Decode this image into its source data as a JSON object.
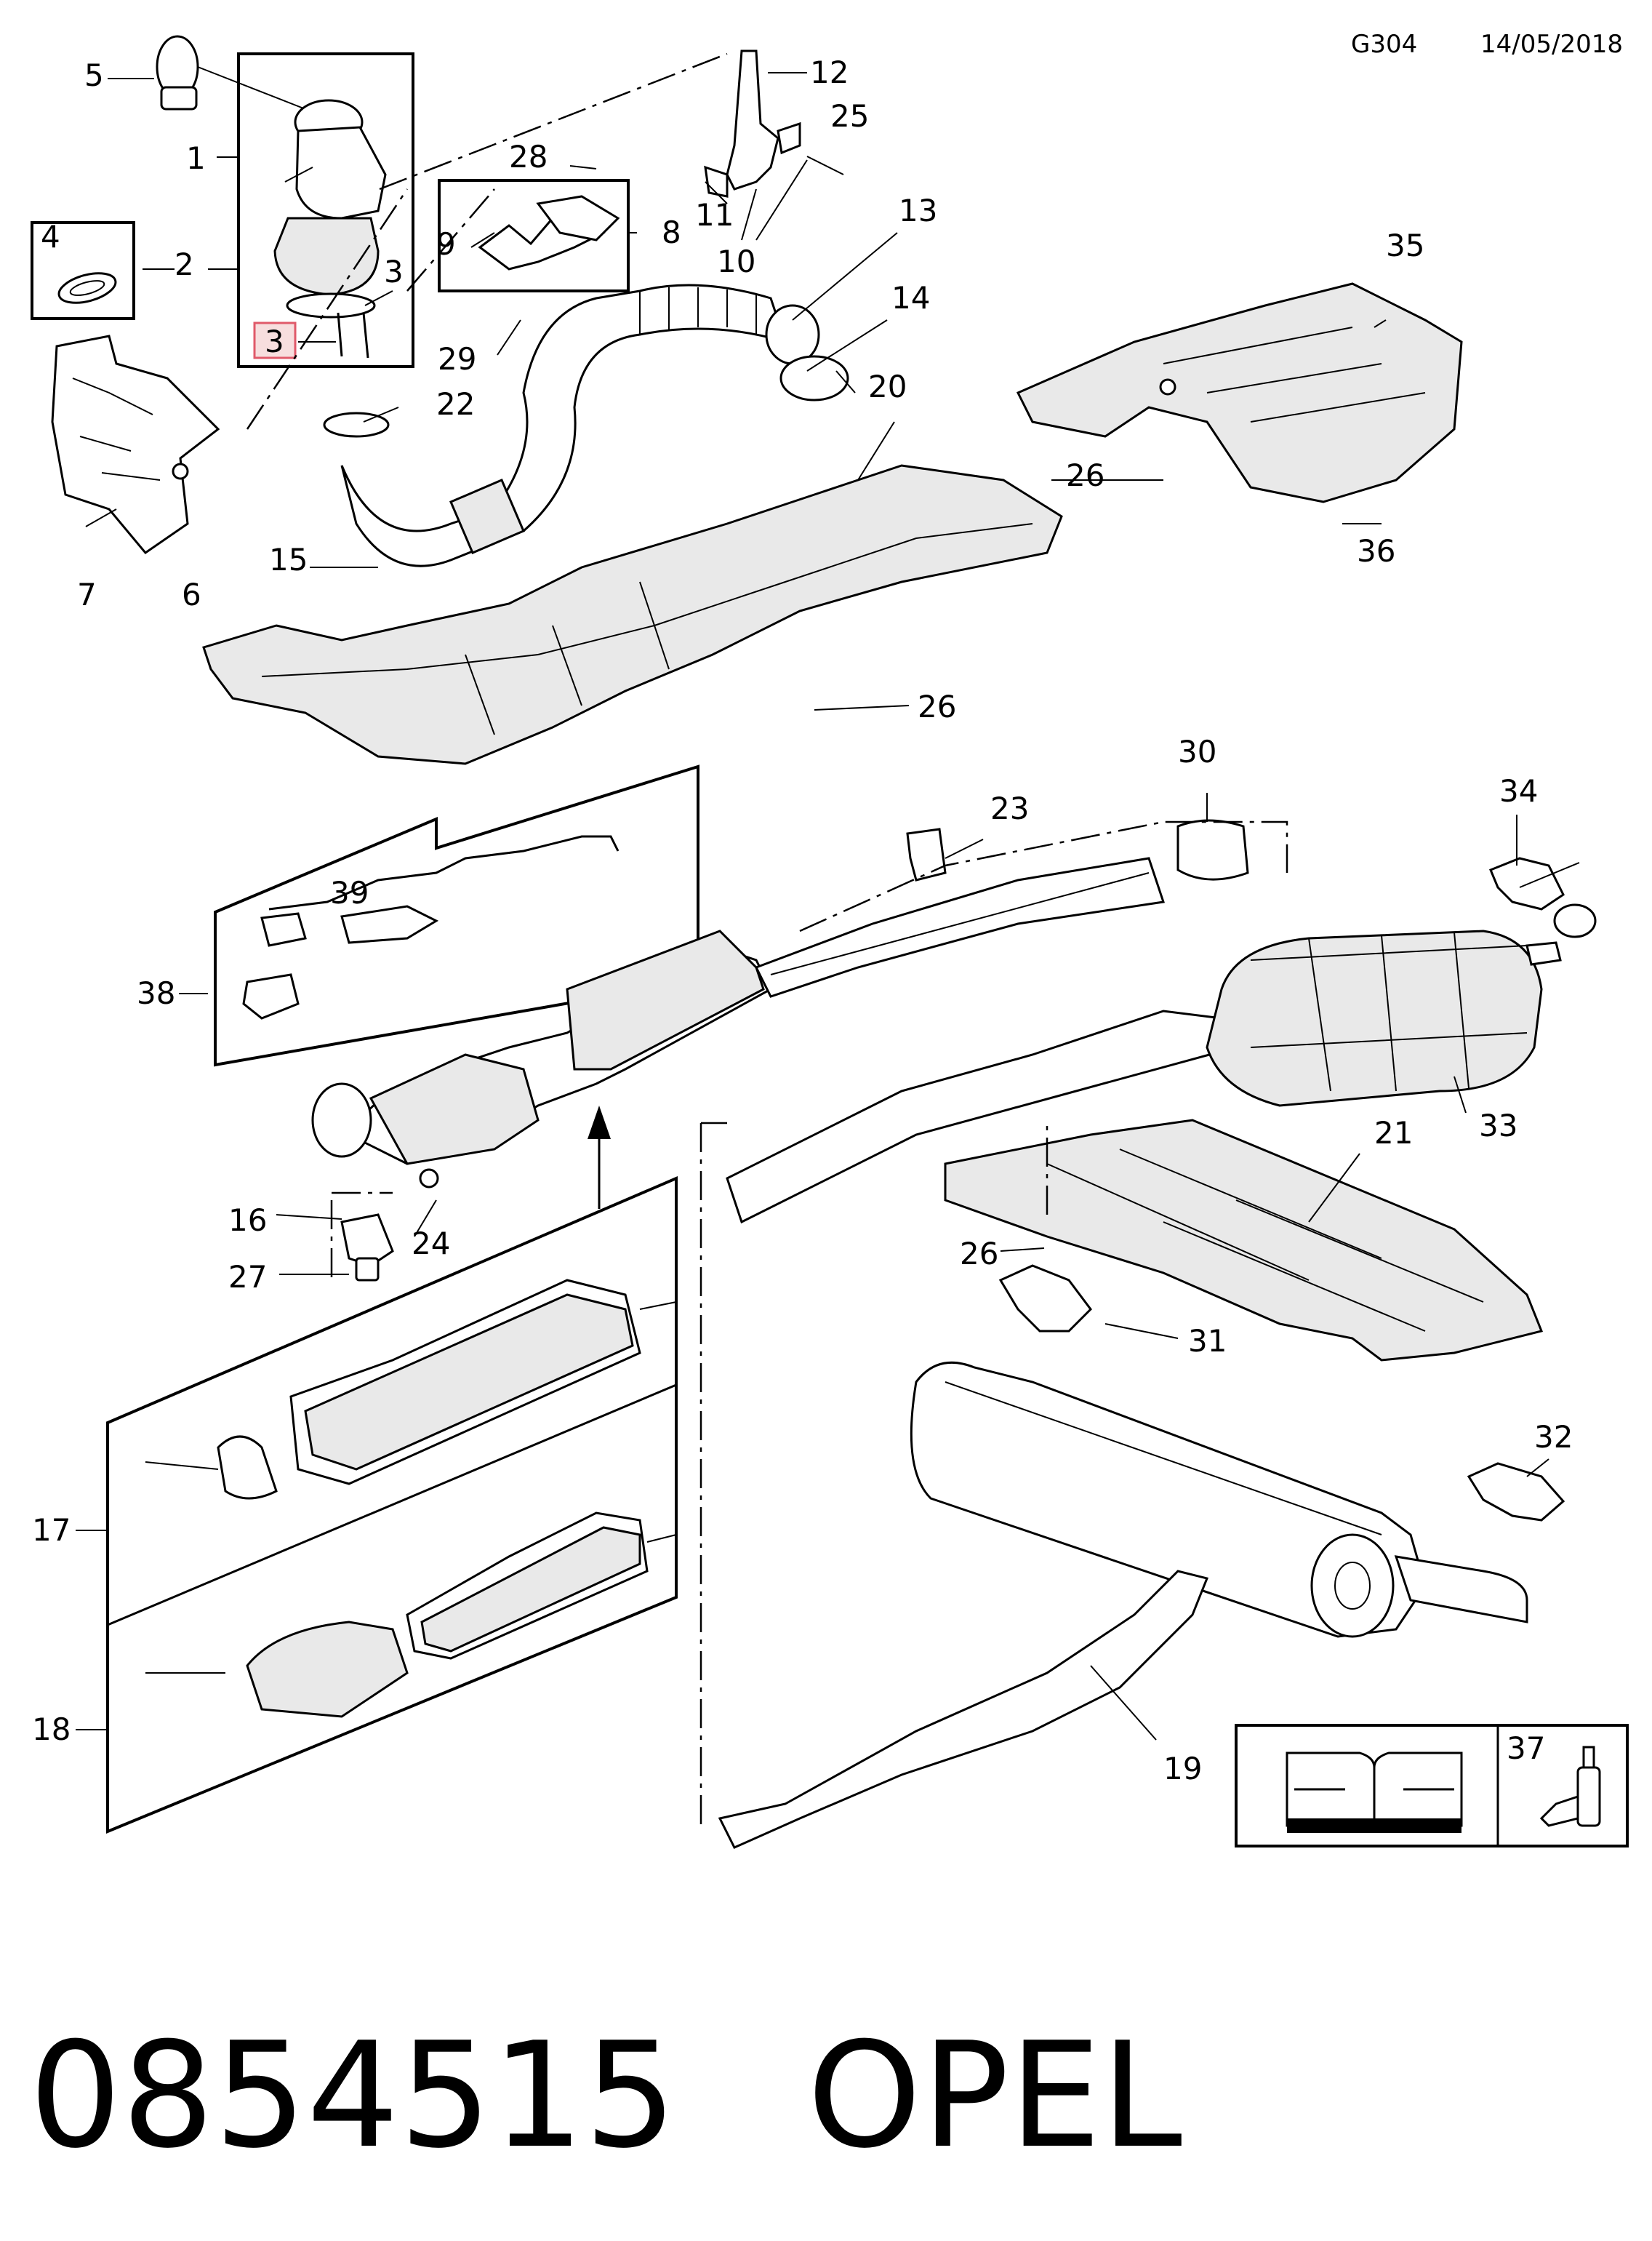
{
  "header": {
    "code": "G304",
    "date": "14/05/2018"
  },
  "footer": {
    "part_number": "0854515",
    "brand": "OPEL"
  },
  "callouts": {
    "c1": "1",
    "c2": "2",
    "c3a": "3",
    "c3b": "3",
    "c4": "4",
    "c5": "5",
    "c6": "6",
    "c7": "7",
    "c8": "8",
    "c9": "9",
    "c10": "10",
    "c11": "11",
    "c12": "12",
    "c13": "13",
    "c14": "14",
    "c15": "15",
    "c16": "16",
    "c17": "17",
    "c18": "18",
    "c19": "19",
    "c20": "20",
    "c21": "21",
    "c22": "22",
    "c23": "23",
    "c24": "24",
    "c25": "25",
    "c26a": "26",
    "c26b": "26",
    "c26c": "26",
    "c27": "27",
    "c28": "28",
    "c29": "29",
    "c30": "30",
    "c31": "31",
    "c32": "32",
    "c33": "33",
    "c34": "34",
    "c35": "35",
    "c36": "36",
    "c37": "37",
    "c38": "38",
    "c39": "39"
  },
  "icons": {
    "manual": "repair-manual-icon",
    "sealant": "sealant-tube-icon"
  },
  "colors": {
    "highlight_fill": "#f7dede",
    "highlight_stroke": "#e05a6a"
  }
}
